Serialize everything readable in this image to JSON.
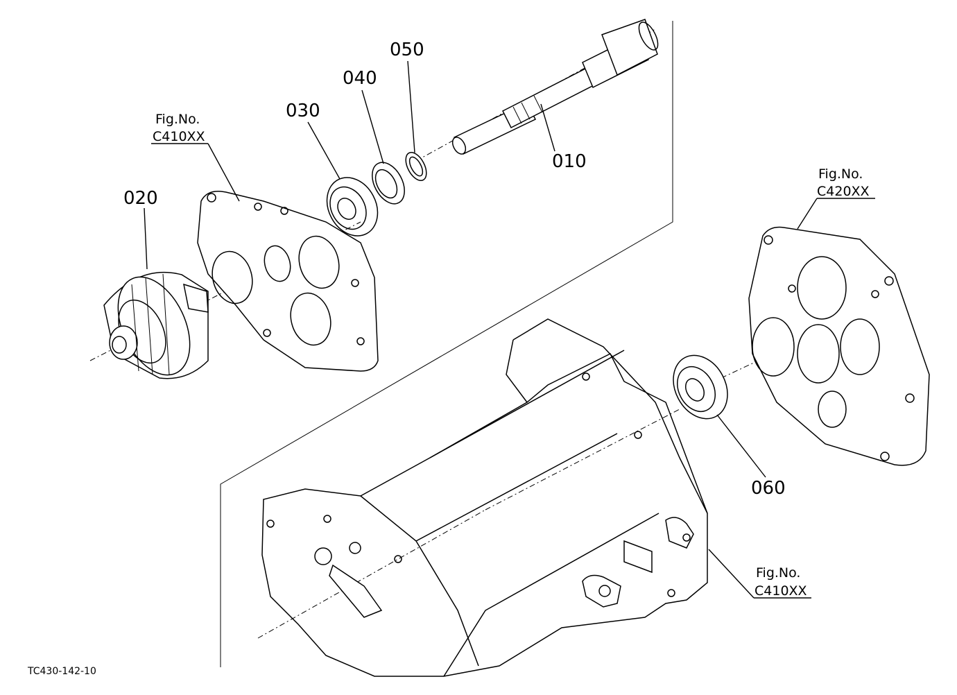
{
  "diagram_code": "TC430-142-10",
  "callouts": [
    {
      "id": "010",
      "label": "010"
    },
    {
      "id": "020",
      "label": "020"
    },
    {
      "id": "030",
      "label": "030"
    },
    {
      "id": "040",
      "label": "040"
    },
    {
      "id": "050",
      "label": "050"
    },
    {
      "id": "060",
      "label": "060"
    }
  ],
  "figure_refs": [
    {
      "title": "Fig.No.",
      "code": "C410XX"
    },
    {
      "title": "Fig.No.",
      "code": "C420XX"
    },
    {
      "title": "Fig.No.",
      "code": "C410XX"
    }
  ]
}
